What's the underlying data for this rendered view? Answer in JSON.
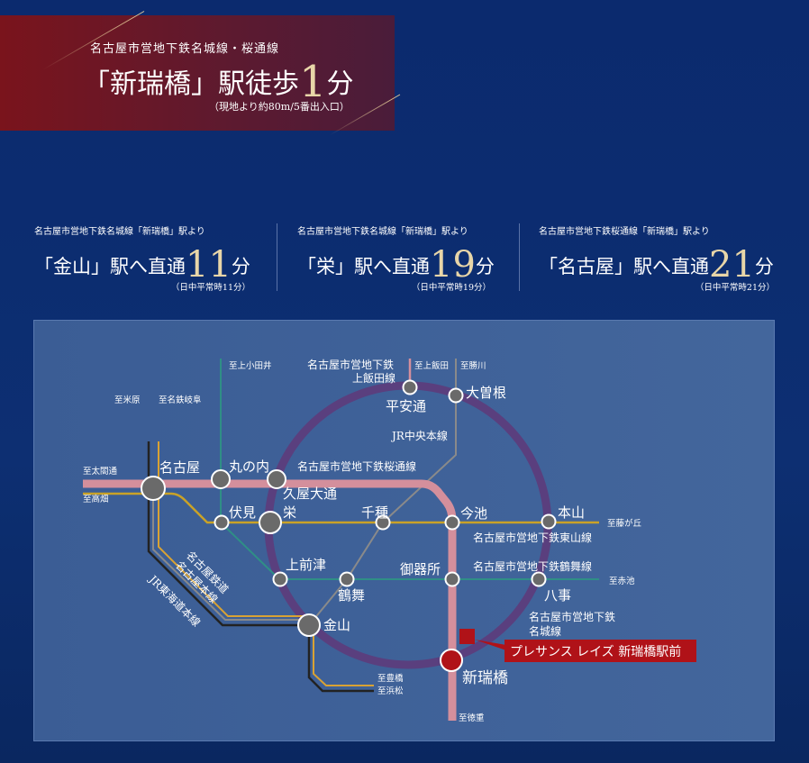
{
  "hero": {
    "line": "名古屋市営地下鉄名城線・桜通線",
    "title_pre": "「新瑞橋」駅徒歩",
    "minutes": "1",
    "unit": "分",
    "note": "（現地より約80m/5番出入口）"
  },
  "access": [
    {
      "from": "名古屋市営地下鉄名城線「新瑞橋」駅より",
      "dest": "「金山」駅へ直通",
      "minutes": "11",
      "unit": "分",
      "note": "（日中平常時11分）"
    },
    {
      "from": "名古屋市営地下鉄名城線「新瑞橋」駅より",
      "dest": "「栄」駅へ直通",
      "minutes": "19",
      "unit": "分",
      "note": "（日中平常時19分）"
    },
    {
      "from": "名古屋市営地下鉄桜通線「新瑞橋」駅より",
      "dest": "「名古屋」駅へ直通",
      "minutes": "21",
      "unit": "分",
      "note": "（日中平常時21分）"
    }
  ],
  "map": {
    "stations": {
      "nagoya": "名古屋",
      "marunouchi": "丸の内",
      "hisaya": "久屋大通",
      "fushimi": "伏見",
      "sakae": "栄",
      "chikusa": "千種",
      "imaike": "今池",
      "motoyama": "本山",
      "kamimaezu": "上前津",
      "tsurumai": "鶴舞",
      "gokiso": "御器所",
      "yagoto": "八事",
      "kanayama": "金山",
      "heian": "平安通",
      "ozone": "大曽根",
      "aratama": "新瑞橋"
    },
    "lines": {
      "kamiiida1": "名古屋市営地下鉄",
      "kamiiida2": "上飯田線",
      "jrchuo": "JR中央本線",
      "sakura": "名古屋市営地下鉄桜通線",
      "higashiyama": "名古屋市営地下鉄東山線",
      "tsurumai": "名古屋市営地下鉄鶴舞線",
      "meijo1": "名古屋市営地下鉄",
      "meijo2": "名城線",
      "meitetsu1": "名古屋鉄道",
      "meitetsu2": "名古屋本線",
      "jrtokaido": "JR東海道本線"
    },
    "directions": {
      "kamiotai": "至上小田井",
      "kamiiida": "至上飯田",
      "kachigawa": "至勝川",
      "maibara": "至米原",
      "gifu": "至名鉄岐阜",
      "taikodori": "至太閤通",
      "takabata": "至高畑",
      "fujigaoka": "至藤が丘",
      "akaike": "至赤池",
      "toyohashi": "至豊橋",
      "hamamatsu": "至浜松",
      "tokushige": "至徳重"
    },
    "property": "プレサンス レイズ 新瑞橋駅前",
    "colors": {
      "meijo": "#5a3f7e",
      "sakura": "#d48f9c",
      "higashiyama": "#c9a227",
      "tsurumai": "#2f8f86",
      "jr": "#8a8a8a",
      "property": "#b01218"
    }
  }
}
